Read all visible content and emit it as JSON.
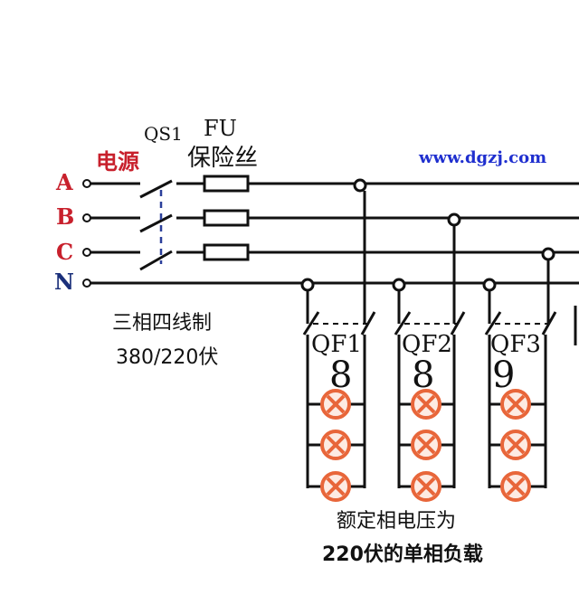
{
  "labels": {
    "qs1": "QS1",
    "fu": "FU",
    "fuse_cn": "保险丝",
    "power_source": "电源",
    "website": "www.dgzj.com",
    "system_line1": "三相四线制",
    "system_line2": "380/220伏",
    "load_line1": "额定相电压为",
    "load_line2": "220伏的单相负载"
  },
  "phases": [
    "A",
    "B",
    "C",
    "N"
  ],
  "breakers": [
    {
      "name": "QF1",
      "lamp_count": "8"
    },
    {
      "name": "QF2",
      "lamp_count": "8"
    },
    {
      "name": "QF3",
      "lamp_count": "9"
    }
  ],
  "colors": {
    "accent_red": "#c8202c",
    "lamp_orange": "#e8663a",
    "neutral_navy": "#1a2f7a",
    "link_blue": "#1f2fcf",
    "wire": "#111111"
  }
}
